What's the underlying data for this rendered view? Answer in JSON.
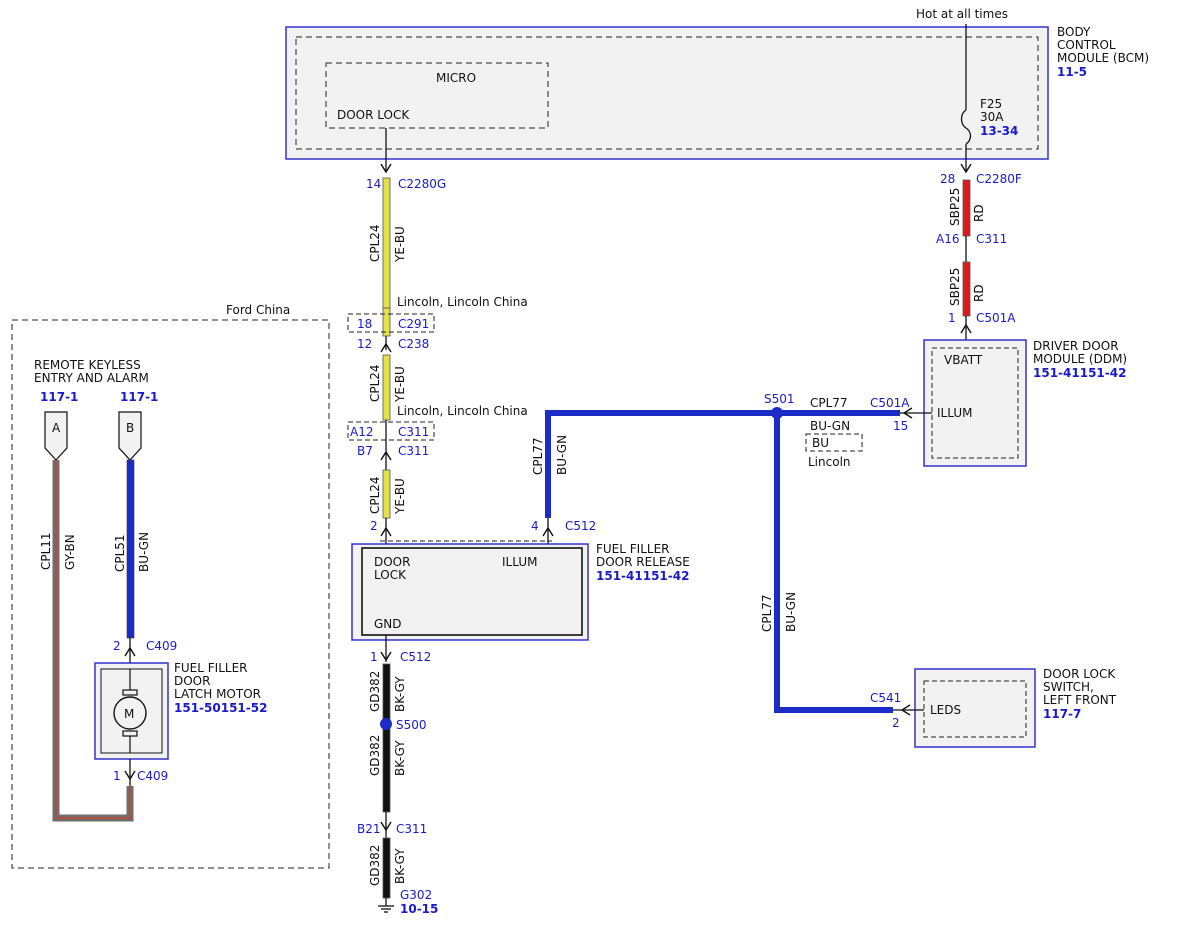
{
  "colors": {
    "module_border": "#3333cc",
    "pin_text": "#1a1acc",
    "wire_ye_bu": "#e6e04a",
    "wire_bu_gn": "#1c2cc8",
    "wire_rd": "#dd1a1a",
    "wire_bk_gy": "#111111",
    "wire_gy_bn": "#6e6e6e",
    "module_fill": "#f2f2f2"
  },
  "top": {
    "hot_label": "Hot at all times"
  },
  "bcm": {
    "title_lines": [
      "BODY",
      "CONTROL",
      "MODULE (BCM)"
    ],
    "ref": "11-5",
    "micro_label": "MICRO",
    "door_lock_label": "DOOR LOCK",
    "fuse_name": "F25",
    "fuse_rating": "30A",
    "fuse_ref": "13-34"
  },
  "left_wire": {
    "pin_bcm": "14",
    "conn_bcm": "C2280G",
    "circuit": "CPL24",
    "color": "YE-BU",
    "variant_note_1": "Lincoln, Lincoln China",
    "pin_c291": "18",
    "conn_c291": "C291",
    "pin_c238": "12",
    "conn_c238": "C238",
    "variant_note_2": "Lincoln, Lincoln China",
    "pin_c311a": "A12",
    "conn_c311a": "C311",
    "pin_c311b": "B7",
    "conn_c311b": "C311",
    "pin_ffdr": "2"
  },
  "right_wire": {
    "pin_bcm": "28",
    "conn_bcm": "C2280F",
    "circuit": "SBP25",
    "color": "RD",
    "pin_c311": "A16",
    "conn_c311": "C311",
    "pin_ddm": "1",
    "conn_ddm": "C501A"
  },
  "ddm": {
    "title_lines": [
      "DRIVER DOOR",
      "MODULE (DDM)"
    ],
    "ref": "151-41151-42",
    "vbatt_label": "VBATT",
    "illum_label": "ILLUM",
    "illum_pin": "15",
    "illum_conn": "C501A"
  },
  "illum_bus": {
    "splice": "S501",
    "circuit": "CPL77",
    "color_main": "BU-GN",
    "alt_color": "BU",
    "alt_note": "Lincoln",
    "ffdr_pin": "4",
    "ffdr_conn": "C512",
    "branch_circuit": "CPL77",
    "branch_color": "BU-GN",
    "left_circuit": "CPL77",
    "left_color": "BU-GN"
  },
  "ffdr": {
    "title_lines": [
      "FUEL FILLER",
      "DOOR RELEASE"
    ],
    "ref": "151-41151-42",
    "door_lock_lines": [
      "DOOR",
      "LOCK"
    ],
    "illum_label": "ILLUM",
    "gnd_label": "GND"
  },
  "ground": {
    "pin_c512": "1",
    "conn_c512": "C512",
    "circuit": "GD382",
    "color": "BK-GY",
    "splice": "S500",
    "pin_c311": "B21",
    "conn_c311": "C311",
    "ground_point": "G302",
    "ground_ref": "10-15"
  },
  "dls": {
    "title_lines": [
      "DOOR LOCK",
      "SWITCH,",
      "LEFT FRONT"
    ],
    "ref": "117-7",
    "leds_label": "LEDS",
    "pin": "2",
    "conn": "C541"
  },
  "ford_china": {
    "label": "Ford China",
    "rke_lines": [
      "REMOTE KEYLESS",
      "ENTRY AND ALARM"
    ],
    "ref_a": "117-1",
    "ref_b": "117-1",
    "conn_a": "A",
    "conn_b": "B",
    "wire_a_circuit": "CPL11",
    "wire_a_color": "GY-BN",
    "wire_b_circuit": "CPL51",
    "wire_b_color": "BU-GN",
    "motor_pin_top": "2",
    "motor_conn_top": "C409",
    "motor_pin_bottom": "1",
    "motor_conn_bottom": "C409",
    "motor_title_lines": [
      "FUEL FILLER",
      "DOOR",
      "LATCH MOTOR"
    ],
    "motor_ref": "151-50151-52",
    "motor_symbol": "M"
  }
}
